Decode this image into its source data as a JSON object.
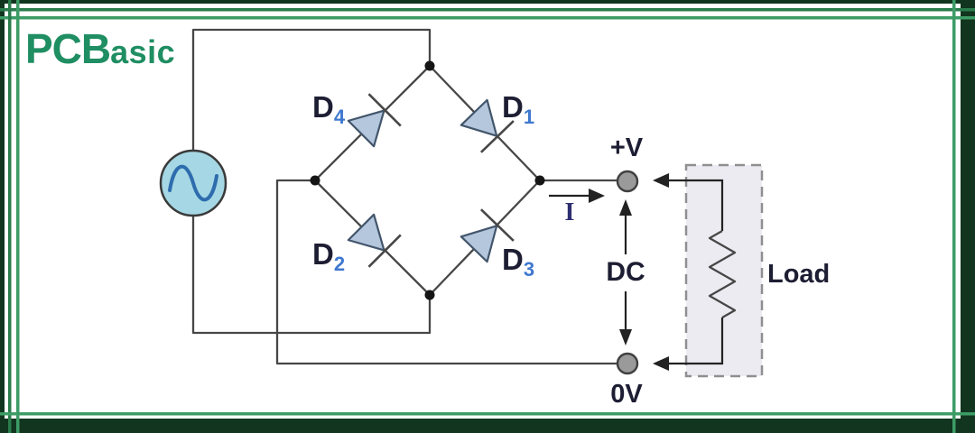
{
  "logo": {
    "prefix": "PCB",
    "suffix": "asic"
  },
  "diagram": {
    "labels": {
      "positive_terminal": "+V",
      "negative_terminal": "0V",
      "dc_output": "DC",
      "current": "I",
      "load": "Load"
    },
    "diodes": {
      "d1": {
        "letter": "D",
        "sub": "1"
      },
      "d2": {
        "letter": "D",
        "sub": "2"
      },
      "d3": {
        "letter": "D",
        "sub": "3"
      },
      "d4": {
        "letter": "D",
        "sub": "4"
      }
    }
  },
  "colors": {
    "frame-dark": "#11351f",
    "frame-pin": "#3d9c66",
    "frame-pin2": "#2a7c4c",
    "logo-green": "#1f8e62",
    "wire": "#474747",
    "diode-fill": "#b4c7dc",
    "diode-stroke": "#42556b",
    "ac-fill": "#a5d8e4",
    "ac-wave": "#2e6cae",
    "terminal-fill": "#9a9a9a",
    "label-dark": "#1d1d33",
    "subscript-blue": "#3f78cf",
    "current-blue": "#2e2e72",
    "load-box-fill": "#ecebf2",
    "dash-gray": "#8f8f8f",
    "arrow-dark": "#222222"
  }
}
